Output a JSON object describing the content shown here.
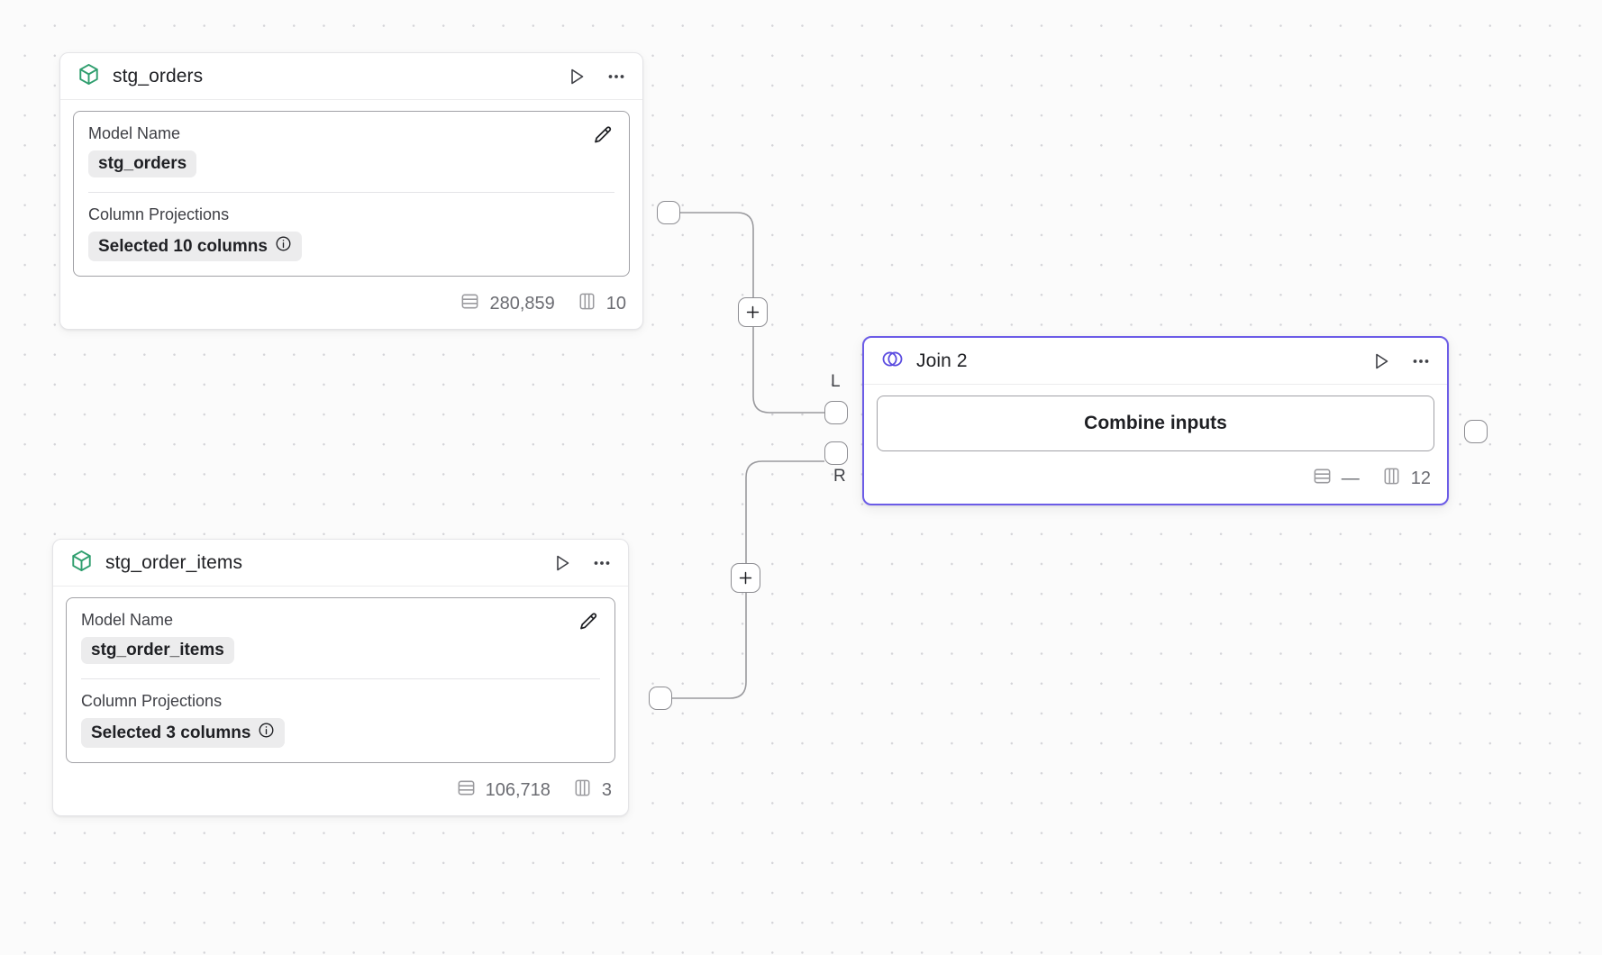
{
  "canvas": {
    "background_color": "#fbfbfb",
    "dot_color": "#d4d4d8",
    "accent_color": "#6c5ce7"
  },
  "nodes": [
    {
      "id": "stg_orders",
      "title": "stg_orders",
      "icon": "cube-icon",
      "icon_color": "#2f9e6e",
      "fields": [
        {
          "label": "Model Name",
          "value": "stg_orders"
        },
        {
          "label": "Column Projections",
          "value": "Selected 10 columns"
        }
      ],
      "footer": {
        "rows_label": "280,859",
        "columns_label": "10"
      },
      "actions": {
        "run_label": "Run",
        "more_label": "More options",
        "edit_label": "Edit"
      }
    },
    {
      "id": "stg_order_items",
      "title": "stg_order_items",
      "icon": "cube-icon",
      "icon_color": "#2f9e6e",
      "fields": [
        {
          "label": "Model Name",
          "value": "stg_order_items"
        },
        {
          "label": "Column Projections",
          "value": "Selected 3 columns"
        }
      ],
      "footer": {
        "rows_label": "106,718",
        "columns_label": "3"
      },
      "actions": {
        "run_label": "Run",
        "more_label": "More options",
        "edit_label": "Edit"
      }
    },
    {
      "id": "join_2",
      "title": "Join 2",
      "icon": "venn-icon",
      "icon_color": "#5b4ce0",
      "selected": true,
      "body_label": "Combine inputs",
      "footer": {
        "rows_label": "—",
        "columns_label": "12"
      },
      "actions": {
        "run_label": "Run",
        "more_label": "More options"
      },
      "ports": {
        "left_label": "L",
        "right_label": "R"
      }
    }
  ],
  "edges": {
    "add_button_label": "+",
    "add_button_title": "Add node on edge"
  }
}
